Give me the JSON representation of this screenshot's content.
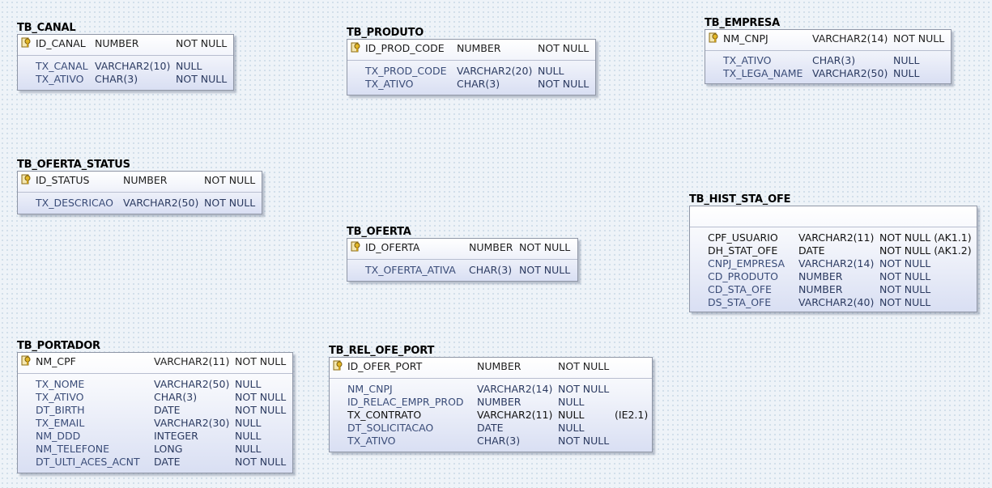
{
  "entities": {
    "tb_canal": {
      "title": "TB_CANAL",
      "pk": [
        {
          "name": "ID_CANAL",
          "type": "NUMBER",
          "null": "NOT NULL"
        }
      ],
      "cols": [
        {
          "name": "TX_CANAL",
          "type": "VARCHAR2(10)",
          "null": "NULL"
        },
        {
          "name": "TX_ATIVO",
          "type": "CHAR(3)",
          "null": "NOT NULL"
        }
      ]
    },
    "tb_produto": {
      "title": "TB_PRODUTO",
      "pk": [
        {
          "name": "ID_PROD_CODE",
          "type": "NUMBER",
          "null": "NOT NULL"
        }
      ],
      "cols": [
        {
          "name": "TX_PROD_CODE",
          "type": "VARCHAR2(20)",
          "null": "NULL"
        },
        {
          "name": "TX_ATIVO",
          "type": "CHAR(3)",
          "null": "NOT NULL"
        }
      ]
    },
    "tb_empresa": {
      "title": "TB_EMPRESA",
      "pk": [
        {
          "name": "NM_CNPJ",
          "type": "VARCHAR2(14)",
          "null": "NOT NULL"
        }
      ],
      "cols": [
        {
          "name": "TX_ATIVO",
          "type": "CHAR(3)",
          "null": "NULL"
        },
        {
          "name": "TX_LEGA_NAME",
          "type": "VARCHAR2(50)",
          "null": "NULL"
        }
      ]
    },
    "tb_oferta_status": {
      "title": "TB_OFERTA_STATUS",
      "pk": [
        {
          "name": "ID_STATUS",
          "type": "NUMBER",
          "null": "NOT NULL"
        }
      ],
      "cols": [
        {
          "name": "TX_DESCRICAO",
          "type": "VARCHAR2(50)",
          "null": "NOT NULL"
        }
      ]
    },
    "tb_hist_sta_ofe": {
      "title": "TB_HIST_STA_OFE",
      "cols": [
        {
          "name": "CPF_USUARIO",
          "type": "VARCHAR2(11)",
          "null": "NOT NULL (AK1.1)"
        },
        {
          "name": "DH_STAT_OFE",
          "type": "DATE",
          "null": "NOT NULL (AK1.2)"
        },
        {
          "name": "CNPJ_EMPRESA",
          "type": "VARCHAR2(14)",
          "null": "NOT NULL"
        },
        {
          "name": "CD_PRODUTO",
          "type": "NUMBER",
          "null": "NOT NULL"
        },
        {
          "name": "CD_STA_OFE",
          "type": "NUMBER",
          "null": "NOT NULL"
        },
        {
          "name": "DS_STA_OFE",
          "type": "VARCHAR2(40)",
          "null": "NOT NULL"
        }
      ]
    },
    "tb_oferta": {
      "title": "TB_OFERTA",
      "pk": [
        {
          "name": "ID_OFERTA",
          "type": "NUMBER",
          "null": "NOT NULL"
        }
      ],
      "cols": [
        {
          "name": "TX_OFERTA_ATIVA",
          "type": "CHAR(3)",
          "null": "NOT NULL"
        }
      ]
    },
    "tb_portador": {
      "title": "TB_PORTADOR",
      "pk": [
        {
          "name": "NM_CPF",
          "type": "VARCHAR2(11)",
          "null": "NOT NULL"
        }
      ],
      "cols": [
        {
          "name": "TX_NOME",
          "type": "VARCHAR2(50)",
          "null": "NULL"
        },
        {
          "name": "TX_ATIVO",
          "type": "CHAR(3)",
          "null": "NOT NULL"
        },
        {
          "name": "DT_BIRTH",
          "type": "DATE",
          "null": "NOT NULL"
        },
        {
          "name": "TX_EMAIL",
          "type": "VARCHAR2(30)",
          "null": "NULL"
        },
        {
          "name": "NM_DDD",
          "type": "INTEGER",
          "null": "NULL"
        },
        {
          "name": "NM_TELEFONE",
          "type": "LONG",
          "null": "NULL"
        },
        {
          "name": "DT_ULTI_ACES_ACNT",
          "type": "DATE",
          "null": "NOT NULL"
        }
      ]
    },
    "tb_rel_ofe_port": {
      "title": "TB_REL_OFE_PORT",
      "pk": [
        {
          "name": "ID_OFER_PORT",
          "type": "NUMBER",
          "null": "NOT NULL"
        }
      ],
      "cols": [
        {
          "name": "NM_CNPJ",
          "type": "VARCHAR2(14)",
          "null": "NOT NULL"
        },
        {
          "name": "ID_RELAC_EMPR_PROD",
          "type": "NUMBER",
          "null": "NULL"
        },
        {
          "name": "TX_CONTRATO",
          "type": "VARCHAR2(11)",
          "null": "NULL",
          "extra": "(IE2.1)"
        },
        {
          "name": "DT_SOLICITACAO",
          "type": "DATE",
          "null": "NULL"
        },
        {
          "name": "TX_ATIVO",
          "type": "CHAR(3)",
          "null": "NOT NULL"
        }
      ]
    }
  },
  "icons": {
    "pk_key": "key-icon",
    "key_color": "#c79a1a"
  }
}
